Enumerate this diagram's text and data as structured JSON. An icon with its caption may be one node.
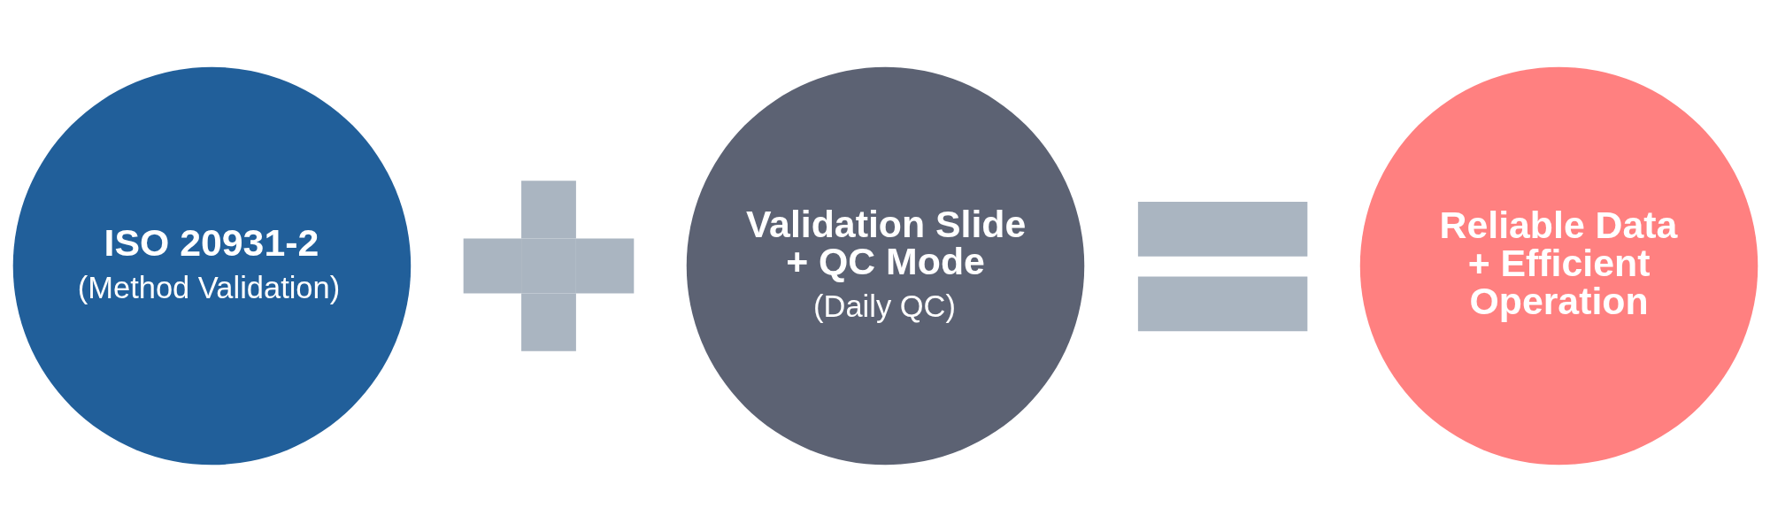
{
  "diagram": {
    "nodes": [
      {
        "text": [
          "ISO 20931-2",
          "(Method Validation)"
        ]
      },
      {
        "text": [],
        "shape": "plus"
      },
      {
        "text": [
          "Validation Slide + QC Mode",
          "(Daily QC)"
        ]
      },
      {
        "text": [],
        "shape": "equals"
      },
      {
        "text": [
          "Reliable Data + Efficient Operation"
        ]
      }
    ]
  }
}
